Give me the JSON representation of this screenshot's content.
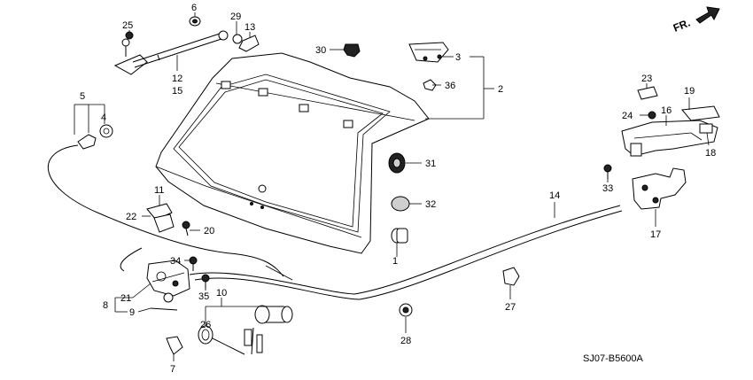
{
  "diagram_code": "SJ07-B5600A",
  "direction_label": "FR.",
  "callouts": {
    "c1": "1",
    "c2": "2",
    "c3": "3",
    "c4": "4",
    "c5": "5",
    "c6": "6",
    "c7": "7",
    "c8": "8",
    "c9": "9",
    "c10": "10",
    "c11": "11",
    "c12": "12",
    "c13": "13",
    "c14": "14",
    "c15": "15",
    "c16": "16",
    "c17": "17",
    "c18": "18",
    "c19": "19",
    "c20": "20",
    "c21": "21",
    "c22": "22",
    "c23": "23",
    "c24": "24",
    "c25": "25",
    "c26": "26",
    "c27": "27",
    "c28": "28",
    "c29": "29",
    "c30": "30",
    "c31": "31",
    "c32": "32",
    "c33": "33",
    "c34": "34",
    "c35": "35",
    "c36": "36"
  }
}
